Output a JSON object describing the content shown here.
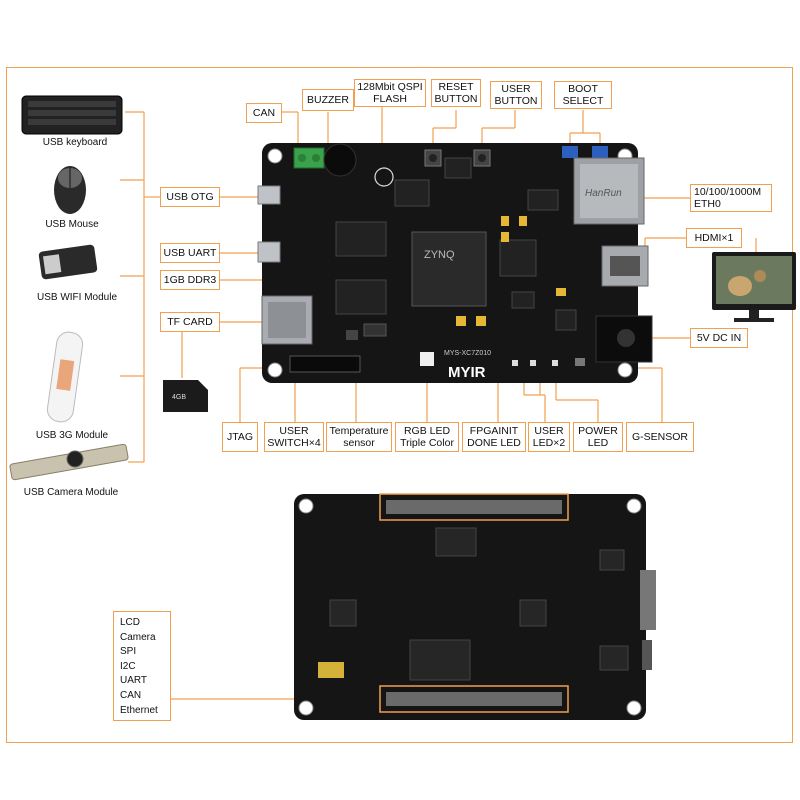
{
  "peripherals": [
    {
      "id": "keyboard",
      "label": "USB keyboard"
    },
    {
      "id": "mouse",
      "label": "USB Mouse"
    },
    {
      "id": "wifi",
      "label": "USB WIFI Module"
    },
    {
      "id": "g3",
      "label": "USB 3G Module"
    },
    {
      "id": "camera",
      "label": "USB Camera Module"
    }
  ],
  "board_marks": {
    "brand": "MYIR",
    "model": "MYS-XC7Z010",
    "chip": "ZYNQ",
    "eth_jack": "HanRun"
  },
  "sdcard_text": "4GB",
  "labels": {
    "can": "CAN",
    "buzzer": "BUZZER",
    "flash_l1": "128Mbit QSPI",
    "flash_l2": "FLASH",
    "reset_l1": "RESET",
    "reset_l2": "BUTTON",
    "userbtn_l1": "USER",
    "userbtn_l2": "BUTTON",
    "boot_l1": "BOOT",
    "boot_l2": "SELECT",
    "usb_otg": "USB OTG",
    "usb_uart": "USB UART",
    "ddr3": "1GB DDR3",
    "tf_card": "TF CARD",
    "eth_l1": "10/100/1000M",
    "eth_l2": "ETH0",
    "hdmi": "HDMI×1",
    "dc_in": "5V DC IN",
    "jtag": "JTAG",
    "user_sw_l1": "USER",
    "user_sw_l2": "SWITCH×4",
    "temp_l1": "Temperature",
    "temp_l2": "sensor",
    "rgb_l1": "RGB LED",
    "rgb_l2": "Triple Color",
    "fpga_l1": "FPGAINIT",
    "fpga_l2": "DONE LED",
    "userled_l1": "USER",
    "userled_l2": "LED×2",
    "power_l1": "POWER",
    "power_l2": "LED",
    "gsensor": "G-SENSOR"
  },
  "interfaces": [
    "LCD",
    "Camera",
    "SPI",
    "I2C",
    "UART",
    "CAN",
    "Ethernet"
  ],
  "colors": {
    "accent": "#f0a050",
    "pcb": "#151515",
    "component": "#2a2a2a"
  }
}
